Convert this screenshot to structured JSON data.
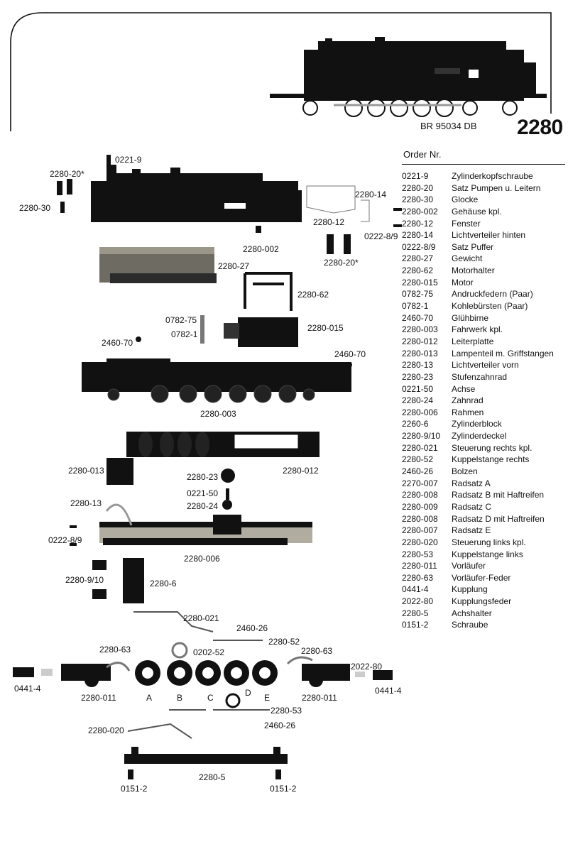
{
  "header": {
    "catalog_number": "2280",
    "model_name": "BR 95034 DB"
  },
  "order_table": {
    "heading": "Order Nr.",
    "parts": [
      {
        "no": "0221-9",
        "desc": "Zylinderkopfschraube"
      },
      {
        "no": "2280-20",
        "desc": "Satz Pumpen u. Leitern"
      },
      {
        "no": "2280-30",
        "desc": "Glocke"
      },
      {
        "no": "2280-002",
        "desc": "Gehäuse kpl."
      },
      {
        "no": "2280-12",
        "desc": "Fenster"
      },
      {
        "no": "2280-14",
        "desc": "Lichtverteiler hinten"
      },
      {
        "no": "0222-8/9",
        "desc": "Satz Puffer"
      },
      {
        "no": "2280-27",
        "desc": "Gewicht"
      },
      {
        "no": "2280-62",
        "desc": "Motorhalter"
      },
      {
        "no": "2280-015",
        "desc": "Motor"
      },
      {
        "no": "0782-75",
        "desc": "Andruckfedern (Paar)"
      },
      {
        "no": "0782-1",
        "desc": "Kohlebürsten (Paar)"
      },
      {
        "no": "2460-70",
        "desc": "Glühbirne"
      },
      {
        "no": "2280-003",
        "desc": "Fahrwerk kpl."
      },
      {
        "no": "2280-012",
        "desc": "Leiterplatte"
      },
      {
        "no": "2280-013",
        "desc": "Lampenteil m. Griffstangen"
      },
      {
        "no": "2280-13",
        "desc": "Lichtverteiler vorn"
      },
      {
        "no": "2280-23",
        "desc": "Stufenzahnrad"
      },
      {
        "no": "0221-50",
        "desc": "Achse"
      },
      {
        "no": "2280-24",
        "desc": "Zahnrad"
      },
      {
        "no": "2280-006",
        "desc": "Rahmen"
      },
      {
        "no": "2260-6",
        "desc": "Zylinderblock"
      },
      {
        "no": "2280-9/10",
        "desc": "Zylinderdeckel"
      },
      {
        "no": "2280-021",
        "desc": "Steuerung rechts kpl."
      },
      {
        "no": "2280-52",
        "desc": "Kuppelstange rechts"
      },
      {
        "no": "2460-26",
        "desc": "Bolzen"
      },
      {
        "no": "2270-007",
        "desc": "Radsatz A"
      },
      {
        "no": "2280-008",
        "desc": "Radsatz B mit Haftreifen"
      },
      {
        "no": "2280-009",
        "desc": "Radsatz C"
      },
      {
        "no": "2280-008",
        "desc": "Radsatz D mit Haftreifen"
      },
      {
        "no": "2280-007",
        "desc": "Radsatz E"
      },
      {
        "no": "2280-020",
        "desc": "Steuerung links kpl."
      },
      {
        "no": "2280-53",
        "desc": "Kuppelstange links"
      },
      {
        "no": "2280-011",
        "desc": "Vorläufer"
      },
      {
        "no": "2280-63",
        "desc": "Vorläufer-Feder"
      },
      {
        "no": "0441-4",
        "desc": "Kupplung"
      },
      {
        "no": "2022-80",
        "desc": "Kupplungsfeder"
      },
      {
        "no": "2280-5",
        "desc": "Achshalter"
      },
      {
        "no": "0151-2",
        "desc": "Schraube"
      }
    ]
  },
  "callouts": {
    "c_0221_9": "0221-9",
    "c_2280_20_star_a": "2280-20*",
    "c_2280_30": "2280-30",
    "c_2280_14": "2280-14",
    "c_2280_12": "2280-12",
    "c_0222_89_a": "0222-8/9",
    "c_2280_002": "2280-002",
    "c_2280_20_star_b": "2280-20*",
    "c_2280_27": "2280-27",
    "c_2280_62": "2280-62",
    "c_0782_75": "0782-75",
    "c_0782_1": "0782-1",
    "c_2280_015": "2280-015",
    "c_2460_70_a": "2460-70",
    "c_2460_70_b": "2460-70",
    "c_2280_003": "2280-003",
    "c_2280_013": "2280-013",
    "c_2280_012": "2280-012",
    "c_2280_23": "2280-23",
    "c_0221_50": "0221-50",
    "c_2280_24": "2280-24",
    "c_2280_13": "2280-13",
    "c_0222_89_b": "0222-8/9",
    "c_2280_006": "2280-006",
    "c_2280_910": "2280-9/10",
    "c_2280_6": "2280-6",
    "c_2280_021": "2280-021",
    "c_2460_26_a": "2460-26",
    "c_2280_52": "2280-52",
    "c_2280_63_a": "2280-63",
    "c_0202_52": "0202-52",
    "c_2280_63_b": "2280-63",
    "c_2022_80": "2022-80",
    "c_0441_4_a": "0441-4",
    "c_2280_011_a": "2280-011",
    "c_wA": "A",
    "c_wB": "B",
    "c_wC": "C",
    "c_wD": "D",
    "c_wE": "E",
    "c_2280_011_b": "2280-011",
    "c_0441_4_b": "0441-4",
    "c_2280_53": "2280-53",
    "c_2280_020": "2280-020",
    "c_2460_26_b": "2460-26",
    "c_2280_5": "2280-5",
    "c_0151_2_a": "0151-2",
    "c_0151_2_b": "0151-2"
  },
  "colors": {
    "ink": "#111111",
    "paper": "#ffffff",
    "grey": "#8a8a80"
  }
}
